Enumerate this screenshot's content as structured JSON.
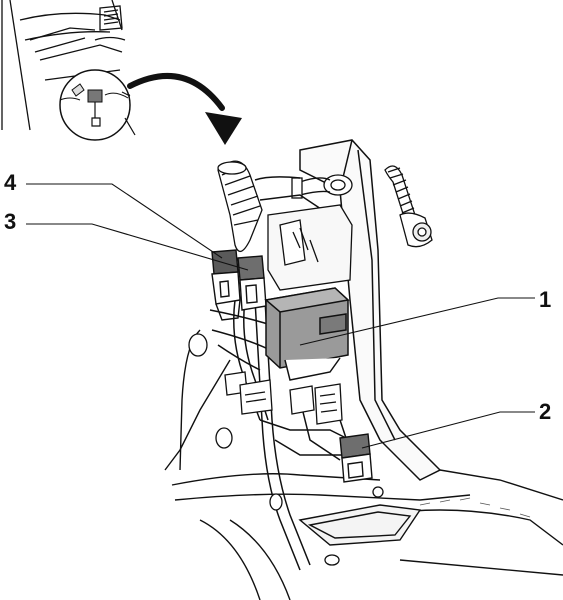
{
  "figure": {
    "callouts": [
      {
        "id": "c4",
        "label": "4"
      },
      {
        "id": "c3",
        "label": "3"
      },
      {
        "id": "c1",
        "label": "1"
      },
      {
        "id": "c2",
        "label": "2"
      }
    ],
    "colors": {
      "line": "#111111",
      "relay_fill": "#6e6e6e",
      "module_fill": "#9a9a9a",
      "panel_fill": "#f4f4f4",
      "background": "#ffffff"
    }
  }
}
